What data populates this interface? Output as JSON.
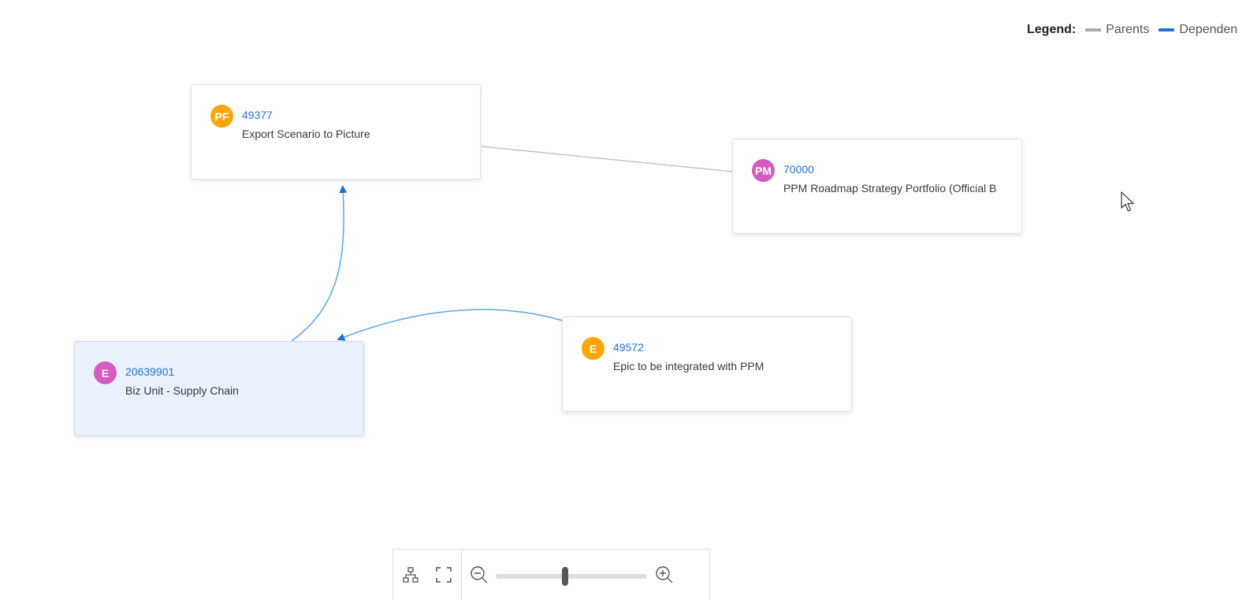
{
  "colors": {
    "parents_line": "#c4c4c4",
    "legend_parents": "#aaaaaa",
    "dependencies_line": "#5aa6ee",
    "legend_dependencies": "#1f73d3",
    "badge_orange": "#f9a602",
    "badge_magenta": "#d55bc0",
    "link_blue": "#1f73d3",
    "selected_bg": "#e8f1fc"
  },
  "legend": {
    "title": "Legend:",
    "items": [
      {
        "label": "Parents",
        "color": "#aaaaaa"
      },
      {
        "label": "Dependen",
        "color": "#1f73d3"
      }
    ]
  },
  "nodes": [
    {
      "key": "n49377",
      "badge": "PF",
      "badge_color": "#f9a602",
      "id": "49377",
      "title": "Export Scenario to Picture",
      "selected": false
    },
    {
      "key": "n70000",
      "badge": "PM",
      "badge_color": "#d55bc0",
      "id": "70000",
      "title": "PPM Roadmap Strategy Portfolio (Official B",
      "selected": false
    },
    {
      "key": "n20639901",
      "badge": "E",
      "badge_color": "#d55bc0",
      "id": "20639901",
      "title": "Biz Unit - Supply Chain",
      "selected": true
    },
    {
      "key": "n49572",
      "badge": "E",
      "badge_color": "#f9a602",
      "id": "49572",
      "title": "Epic to be integrated with PPM",
      "selected": false
    }
  ],
  "edges": [
    {
      "type": "parent",
      "from": "n49377",
      "to": "n70000"
    },
    {
      "type": "dependency",
      "from": "n20639901",
      "to": "n49377"
    },
    {
      "type": "dependency",
      "from": "n49572",
      "to": "n20639901"
    }
  ],
  "toolbar": {
    "layout_icon": "hierarchy-icon",
    "fit_icon": "fit-screen-icon",
    "zoom_out_icon": "zoom-out-icon",
    "zoom_in_icon": "zoom-in-icon",
    "zoom_level": 0.46
  }
}
